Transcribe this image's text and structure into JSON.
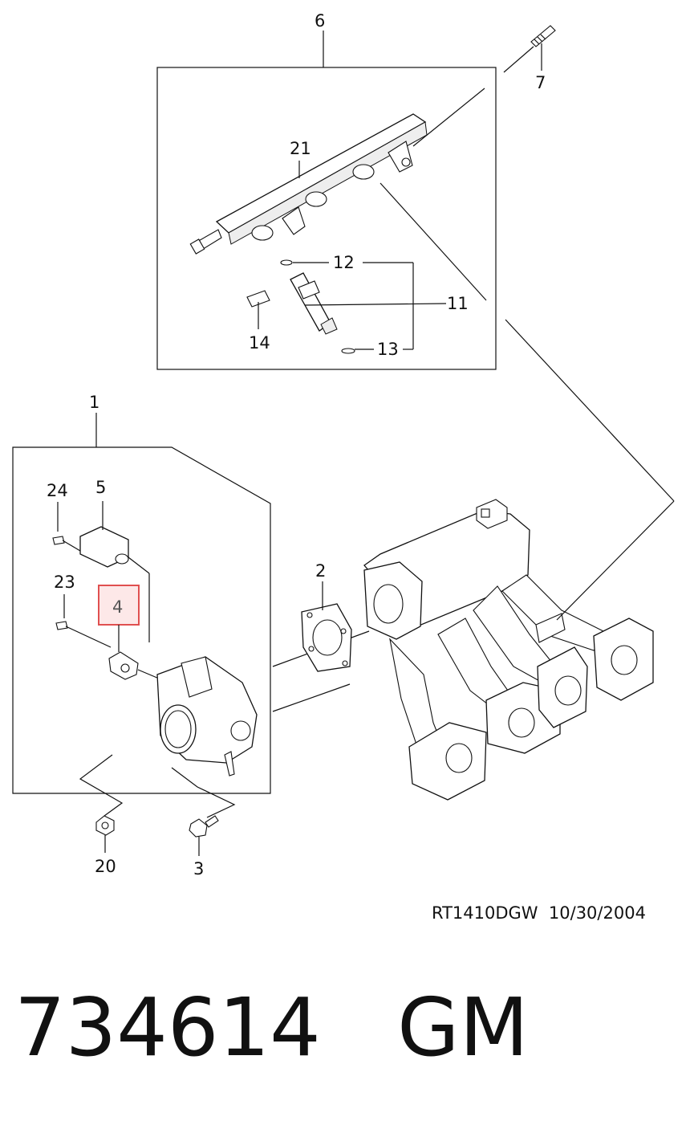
{
  "callouts": {
    "c1": "1",
    "c2": "2",
    "c3": "3",
    "c4": "4",
    "c5": "5",
    "c6": "6",
    "c7": "7",
    "c11": "11",
    "c12": "12",
    "c13": "13",
    "c14": "14",
    "c20": "20",
    "c21": "21",
    "c23": "23",
    "c24": "24"
  },
  "highlighted_callout": "4",
  "highlight_color": "#e05050",
  "drawing_ref": "RT1410DGW  10/30/2004",
  "part_number": "734614   GM"
}
